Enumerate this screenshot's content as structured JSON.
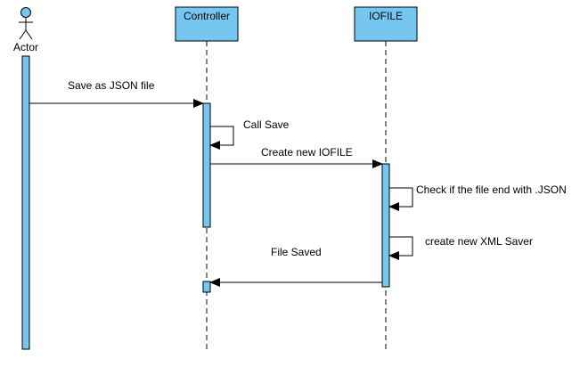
{
  "colors": {
    "fill": "#75C7F2",
    "stroke": "#000000",
    "background": "#FFFFFF"
  },
  "actor": {
    "label": "Actor"
  },
  "participants": {
    "controller": "Controller",
    "iofile": "IOFILE"
  },
  "messages": {
    "save_json": "Save as JSON file",
    "call_save": "Call Save",
    "create_iofile": "Create new IOFILE",
    "check_json": "Check if the file end with .JSON",
    "create_xml_saver": "create new XML Saver",
    "file_saved": "File Saved"
  }
}
